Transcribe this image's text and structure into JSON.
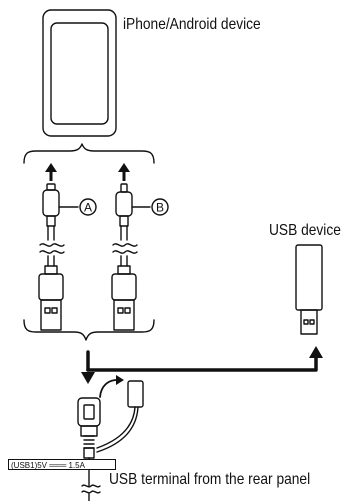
{
  "labels": {
    "phone": "iPhone/Android device",
    "usb_device": "USB device",
    "usb_terminal": "USB terminal from the rear panel",
    "connector_a": "A",
    "connector_b": "B",
    "rating": "(USB1)5V ═══ 1.5A"
  },
  "colors": {
    "line": "#111111",
    "background": "#ffffff"
  }
}
